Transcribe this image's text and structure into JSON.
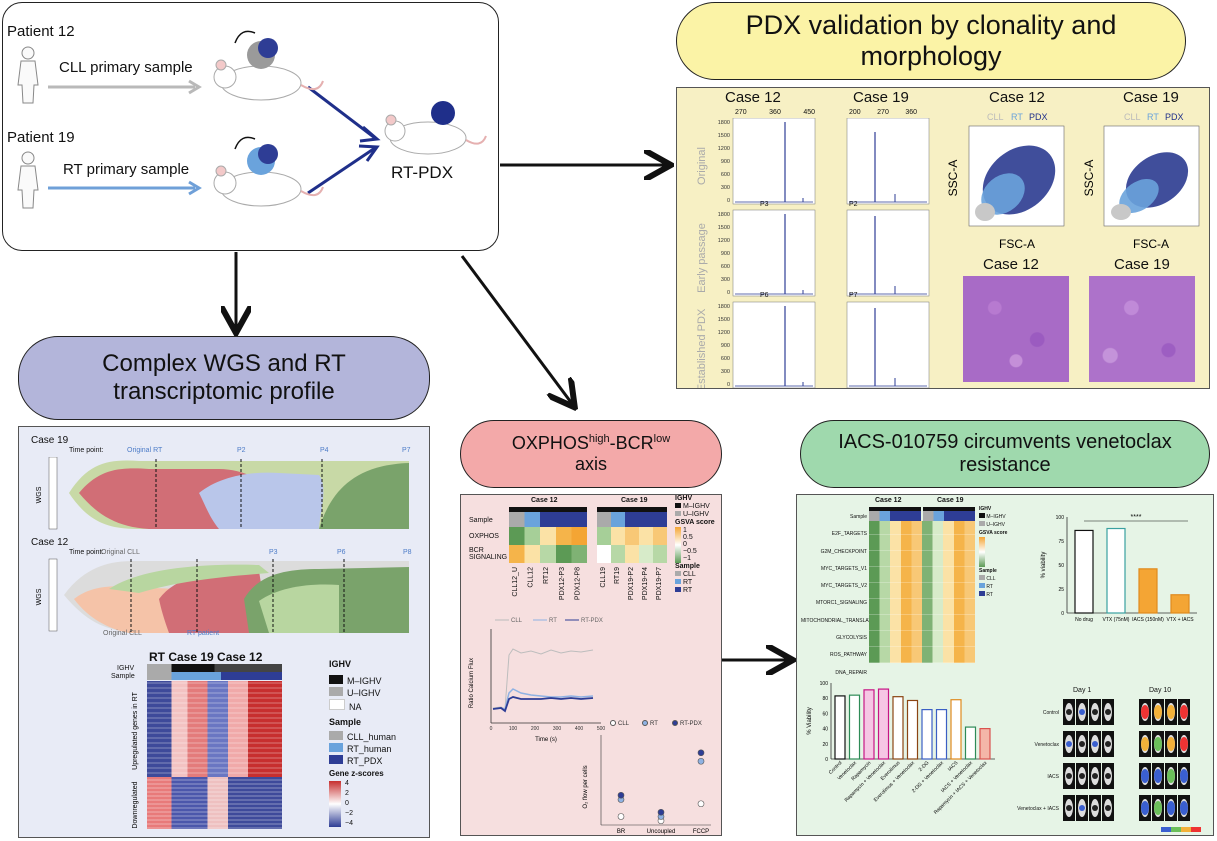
{
  "top_panel": {
    "patient12": "Patient 12",
    "patient19": "Patient 19",
    "cll_sample": "CLL primary sample",
    "rt_sample": "RT primary sample",
    "rt_pdx": "RT-PDX"
  },
  "titles": {
    "pdx_validation": "PDX validation by clonality and morphology",
    "wgs": "Complex WGS and RT transcriptomic profile",
    "oxphos_main": "OXPHOS",
    "oxphos_sup1": "high",
    "oxphos_mid": "-BCR",
    "oxphos_sup2": "low",
    "oxphos_axis": "axis",
    "iacs": "IACS-010759 circumvents venetoclax resistance"
  },
  "pdx_panel": {
    "case12": "Case 12",
    "case19": "Case 19",
    "row_labels": [
      "Original",
      "Early passage",
      "Established PDX"
    ],
    "case12_x_ticks": [
      "270",
      "360",
      "450"
    ],
    "case19_x_ticks": [
      "200",
      "270",
      "360"
    ],
    "y_ticks": [
      "1800",
      "1500",
      "1200",
      "900",
      "600",
      "300",
      "0"
    ],
    "passages_case12": [
      "P3",
      "P6"
    ],
    "passages_case19": [
      "P2",
      "P7"
    ],
    "flow_legend": [
      "CLL",
      "RT",
      "PDX"
    ],
    "flow_y": "SSC-A",
    "flow_x": "FSC-A",
    "flow_colors": {
      "CLL": "#c8c8c8",
      "RT": "#6aa3dc",
      "PDX": "#1f2f8a"
    }
  },
  "wgs_panel": {
    "case19": "Case 19",
    "case12": "Case 12",
    "time_point": "Time point:",
    "case19_points": [
      "Original RT",
      "P2",
      "P4",
      "P7"
    ],
    "case12_points": [
      "Original CLL",
      "P3",
      "P6",
      "P8"
    ],
    "wgs": "WGS",
    "case12_bottom_left": "Original CLL",
    "case12_bottom_right": "RT patient",
    "heatmap_title": "RT Case 19 Case 12",
    "ighv_row": "IGHV",
    "sample_row": "Sample",
    "up_label": "Upregulated genes in RT",
    "down_label": "Downregulated",
    "legend_ighv": "IGHV",
    "legend_ighv_items": [
      "M–IGHV",
      "U–IGHV",
      "NA"
    ],
    "legend_sample": "Sample",
    "legend_sample_items": [
      "CLL_human",
      "RT_human",
      "RT_PDX"
    ],
    "legend_z": "Gene z-scores",
    "legend_z_ticks": [
      "4",
      "2",
      "0",
      "−2",
      "−4"
    ]
  },
  "oxphos_panel": {
    "case12": "Case 12",
    "case19": "Case 19",
    "sample_row": "Sample",
    "rows": [
      "OXPHOS",
      "BCR SIGNALING"
    ],
    "case12_cols": [
      "CLL12_U",
      "CLL12",
      "RT12",
      "PDX12-P3",
      "PDX12-P8"
    ],
    "case19_cols": [
      "CLL19",
      "RT19",
      "PDX19-P2",
      "PDX19-P4",
      "PDX19-P7"
    ],
    "legend_ighv": "IGHV",
    "legend_ighv_items": [
      "M–IGHV",
      "U–IGHV"
    ],
    "legend_gsva": "GSVA score",
    "legend_gsva_ticks": [
      "1",
      "0.5",
      "0",
      "−0.5",
      "−1"
    ],
    "legend_sample": "Sample",
    "legend_sample_items": [
      "CLL",
      "RT",
      "RT"
    ],
    "line_legend": [
      "CLL",
      "RT",
      "RT-PDX"
    ],
    "line_ylabel": "Ratio Calcium Flux",
    "line_xlabel": "Time (s)",
    "line_x_ticks": [
      "0",
      "100",
      "200",
      "300",
      "400",
      "500"
    ],
    "dot_legend": [
      "CLL",
      "RT",
      "RT-PDX"
    ],
    "dot_ylabel": "O₂ flow per cells",
    "dot_x": [
      "BR",
      "Uncoupled",
      "FCCP"
    ]
  },
  "iacs_panel": {
    "case12": "Case 12",
    "case19": "Case 19",
    "heat_rows": [
      "Sample",
      "E2F_TARGETS",
      "G2M_CHECKPOINT",
      "MYC_TARGETS_V1",
      "MYC_TARGETS_V2",
      "MTORC1_SIGNALING",
      "MITOCHONDRIAL_TRANSLATION",
      "GLYCOLYSIS",
      "ROS_PATHWAY",
      "DNA_REPAIR"
    ],
    "legend_ighv": "IGHV",
    "legend_ighv_items": [
      "M–IGHV",
      "U–IGHV"
    ],
    "legend_gsva": "GSVA score",
    "legend_sample": "Sample",
    "legend_sample_items": [
      "CLL",
      "RT",
      "RT"
    ],
    "bar1_ylabel": "% viability",
    "bar1_sig": "****",
    "bar1_cats": [
      "No drug",
      "VTX (75nM)",
      "IACS (150nM)",
      "VTX + IACS"
    ],
    "bar2_ylabel": "% Viability",
    "bar2_cats": [
      "Control",
      "Venetoclax",
      "Rapamycin",
      "Rapamycin + Venetoclax",
      "Everolimus",
      "Everolimus + Venetoclax",
      "2-DG",
      "2-DG + Venetoclax",
      "IACS",
      "IACS + Venetoclax",
      "Rapamycin + IACS + Venetoclax"
    ],
    "imaging_days": [
      "Day 1",
      "Day 10"
    ],
    "imaging_rows": [
      "Control",
      "Venetoclax",
      "IACS",
      "Venetoclax + IACS"
    ]
  },
  "chart_data": [
    {
      "type": "bar",
      "title": "",
      "ylabel": "% viability",
      "categories": [
        "No drug",
        "VTX (75nM)",
        "IACS (150nM)",
        "VTX + IACS"
      ],
      "values": [
        86,
        88,
        46,
        19
      ],
      "ylim": [
        0,
        100
      ]
    },
    {
      "type": "bar",
      "title": "",
      "ylabel": "% Viability",
      "categories": [
        "Control",
        "Venetoclax",
        "Rapamycin",
        "Rapamycin + Venetoclax",
        "Everolimus",
        "Everolimus + Venetoclax",
        "2-DG",
        "2-DG + Venetoclax",
        "IACS",
        "IACS + Venetoclax",
        "Rapamycin + IACS + Venetoclax"
      ],
      "values": [
        83,
        84,
        91,
        92,
        82,
        77,
        65,
        65,
        78,
        42,
        40
      ],
      "ylim": [
        0,
        100
      ]
    },
    {
      "type": "scatter",
      "title": "",
      "ylabel": "O₂ flow per cells",
      "categories": [
        "BR",
        "Uncoupled",
        "FCCP"
      ],
      "series": [
        {
          "name": "CLL",
          "values": [
            2,
            1,
            5
          ]
        },
        {
          "name": "RT",
          "values": [
            6,
            2,
            15
          ]
        },
        {
          "name": "RT-PDX",
          "values": [
            7,
            3,
            17
          ]
        }
      ]
    }
  ]
}
